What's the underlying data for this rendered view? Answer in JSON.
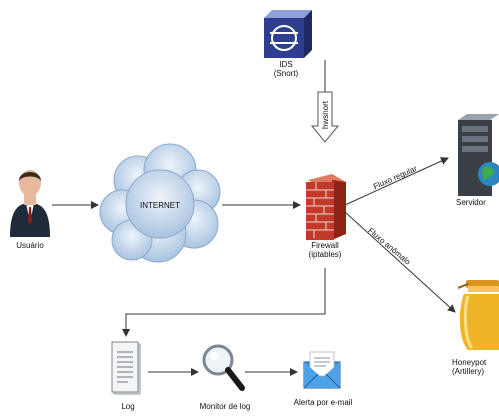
{
  "nodes": {
    "ids": {
      "line1": "IDS",
      "line2": "(Snort)",
      "icon": "ids-device-icon"
    },
    "usuario": {
      "label": "Usuário",
      "icon": "user-icon"
    },
    "internet": {
      "label": "INTERNET",
      "icon": "cloud-icon"
    },
    "firewall": {
      "line1": "Firewall",
      "line2": "(iptables)",
      "icon": "firewall-icon"
    },
    "servidor": {
      "label": "Servidor",
      "icon": "server-icon"
    },
    "honeypot": {
      "line1": "Honeypot",
      "line2": "(Artillery)",
      "icon": "honeypot-icon"
    },
    "log": {
      "label": "Log",
      "icon": "document-icon"
    },
    "monitor": {
      "line1": "Monitor de log",
      "line2": "",
      "icon": "magnifier-icon"
    },
    "alerta": {
      "label": "Alerta por e-mail",
      "icon": "email-icon"
    }
  },
  "edges": {
    "hwsnort": "hwsnort",
    "fluxo_regular": "Fluxo regular",
    "fluxo_anomalo": "Fluxo anômalo"
  },
  "colors": {
    "line": "#333333",
    "cloud": "#c9dbef",
    "firewall_brick": "#c0392b",
    "ids_box": "#2f3f8f",
    "honey": "#f0b429"
  }
}
